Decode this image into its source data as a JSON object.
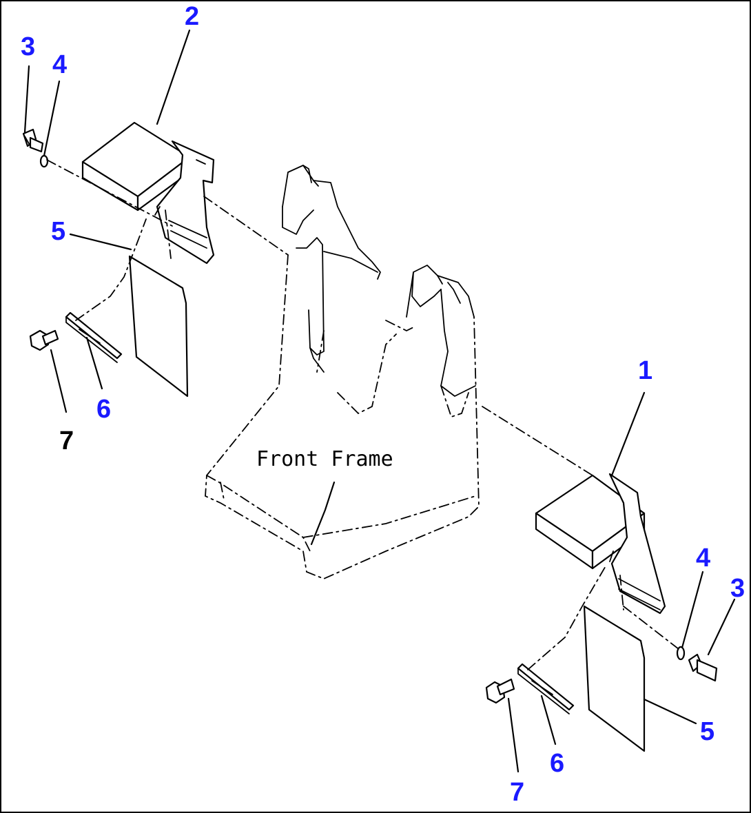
{
  "diagram": {
    "frame_label": "Front Frame",
    "callouts": [
      {
        "id": "c-left-3",
        "text": "3",
        "color": "#1a1aff"
      },
      {
        "id": "c-left-4",
        "text": "4",
        "color": "#1a1aff"
      },
      {
        "id": "c-left-2",
        "text": "2",
        "color": "#1a1aff"
      },
      {
        "id": "c-left-5",
        "text": "5",
        "color": "#1a1aff"
      },
      {
        "id": "c-left-6",
        "text": "6",
        "color": "#1a1aff"
      },
      {
        "id": "c-left-7",
        "text": "7",
        "color": "#000000"
      },
      {
        "id": "c-right-1",
        "text": "1",
        "color": "#1a1aff"
      },
      {
        "id": "c-right-4",
        "text": "4",
        "color": "#1a1aff"
      },
      {
        "id": "c-right-3",
        "text": "3",
        "color": "#1a1aff"
      },
      {
        "id": "c-right-5",
        "text": "5",
        "color": "#1a1aff"
      },
      {
        "id": "c-right-6",
        "text": "6",
        "color": "#1a1aff"
      },
      {
        "id": "c-right-7",
        "text": "7",
        "color": "#1a1aff"
      }
    ]
  }
}
